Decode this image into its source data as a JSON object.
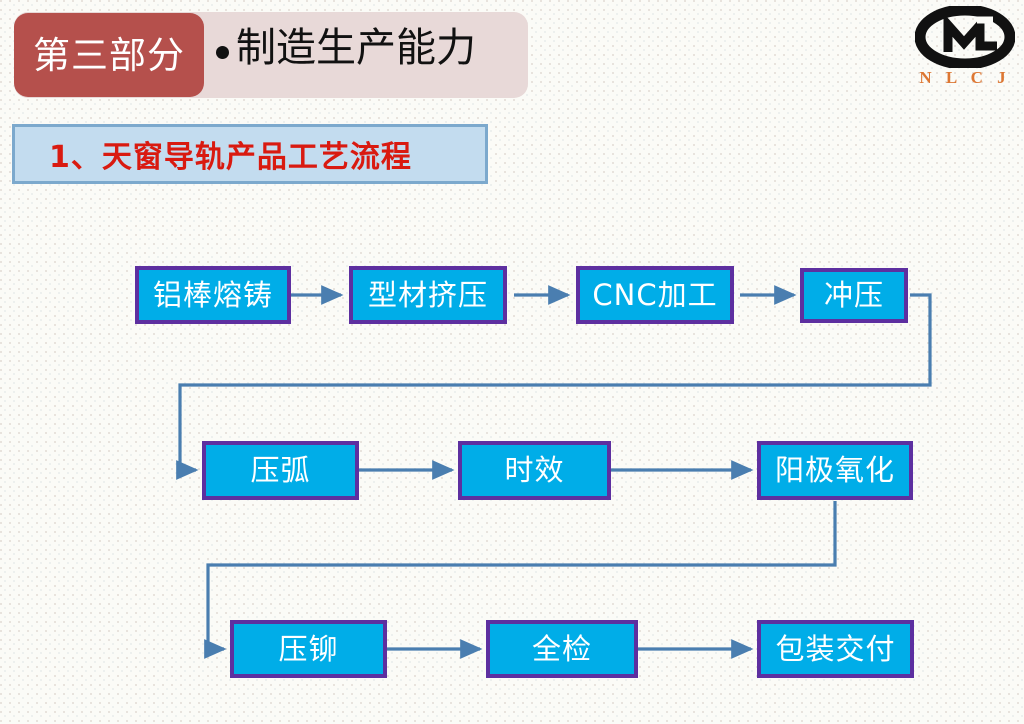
{
  "header": {
    "section_badge": "第三部分",
    "bullet": "•",
    "title": "制造生产能力",
    "badge_color": "#b5504c",
    "band_color": "#e8d9d8"
  },
  "logo": {
    "mark_name": "nlcj-oval-monogram",
    "text": "N L C J",
    "text_color": "#dd7733",
    "mark_color": "#111111"
  },
  "subtitle": {
    "label": "1、天窗导轨产品工艺流程",
    "text_color": "#d91a10",
    "fill_color": "#c3dcef",
    "border_color": "#7ca9cd"
  },
  "flowchart": {
    "node_fill": "#00ade8",
    "node_border": "#5d2fa0",
    "node_text": "#ffffff",
    "connector_color": "#4a7eb0",
    "rows": [
      {
        "row": 1,
        "nodes": [
          {
            "id": "melt-cast",
            "label": "铝棒熔铸"
          },
          {
            "id": "profile-extrusion",
            "label": "型材挤压"
          },
          {
            "id": "cnc-machining",
            "label": "CNC加工"
          },
          {
            "id": "stamping",
            "label": "冲压"
          }
        ]
      },
      {
        "row": 2,
        "nodes": [
          {
            "id": "arc-pressing",
            "label": "压弧"
          },
          {
            "id": "aging",
            "label": "时效"
          },
          {
            "id": "anodizing",
            "label": "阳极氧化"
          }
        ]
      },
      {
        "row": 3,
        "nodes": [
          {
            "id": "riveting",
            "label": "压铆"
          },
          {
            "id": "full-inspection",
            "label": "全检"
          },
          {
            "id": "packaging-delivery",
            "label": "包装交付"
          }
        ]
      }
    ]
  }
}
